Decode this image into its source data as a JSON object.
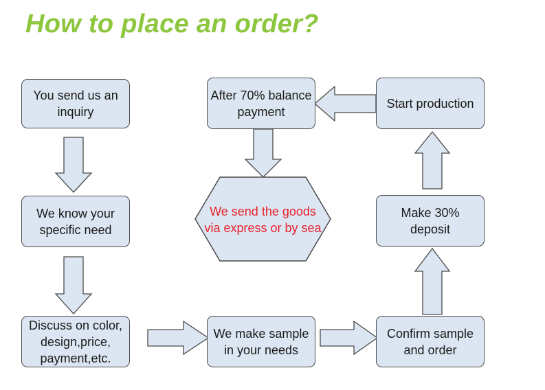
{
  "title": "How to place an order?",
  "steps": {
    "inquiry": "You send us an inquiry",
    "know_need": "We know your specific need",
    "discuss": "Discuss on color, design,price, payment,etc.",
    "sample": "We make sample in your needs",
    "confirm": "Confirm sample and order",
    "deposit": "Make 30% deposit",
    "production": "Start production",
    "balance": "After 70% balance payment",
    "ship": "We send the goods via express or by sea"
  },
  "colors": {
    "title": "#8dc63f",
    "box_fill": "#dce6f2",
    "arrow_fill": "#dce6f2",
    "outline": "#4a4a4a",
    "ship_text": "#e8202a"
  }
}
